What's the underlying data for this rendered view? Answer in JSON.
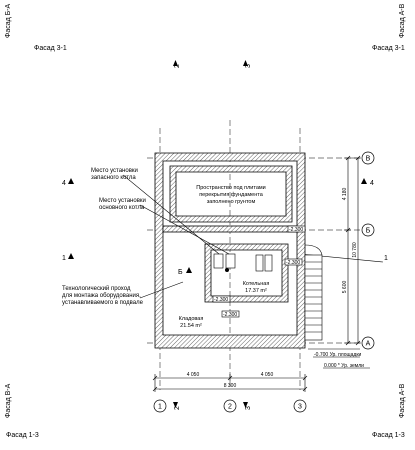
{
  "corner_labels": {
    "top_left_vertical": "Фасад Б-А",
    "top_right_vertical": "Фасад А-В",
    "top_left": "Фасад 3-1",
    "top_right": "Фасад 3-1",
    "bottom_left_vertical": "Фасад В-А",
    "bottom_right_vertical": "Фасад А-В",
    "bottom_left": "Фасад 1-3",
    "bottom_right": "Фасад 1-3"
  },
  "section_marks": {
    "top_2": "2",
    "top_3": "3",
    "left_4": "4",
    "right_4": "4",
    "left_1": "1",
    "right_1": "1",
    "bottom_2": "2",
    "bottom_3": "3",
    "b_mark": "Б"
  },
  "annotations": {
    "spare_boiler": [
      "Место установки",
      "запасного котла"
    ],
    "main_boiler": [
      "Место установки",
      "основного котла"
    ],
    "passage": [
      "Технологический проход",
      "для монтажа оборудования,",
      "устанавливаемого в подвале"
    ]
  },
  "rooms": {
    "foundation_space": [
      "Пространство под плитами",
      "перекрытия фундамента",
      "заполнено грунтом"
    ],
    "boiler_room_name": "Котельная",
    "boiler_room_area": "17.37 m²",
    "storage_name": "Кладовая",
    "storage_area": "21.54 m²"
  },
  "levels": {
    "lvl_a": "-2.300",
    "lvl_b": "-2.300",
    "lvl_c": "-2.300",
    "lvl_d": "-2.300",
    "ground": "-0.700 Ур. площадки",
    "ground_2": "0.000 * Ур. земли"
  },
  "axes": {
    "rows": [
      "В",
      "Б",
      "А"
    ],
    "cols": [
      "1",
      "2",
      "3"
    ]
  },
  "dimensions": {
    "bottom_left": "4 050",
    "bottom_right": "4 050",
    "bottom_total": "8 300",
    "right_upper": "4 180",
    "right_lower": "5 600",
    "right_total": "10 780"
  }
}
